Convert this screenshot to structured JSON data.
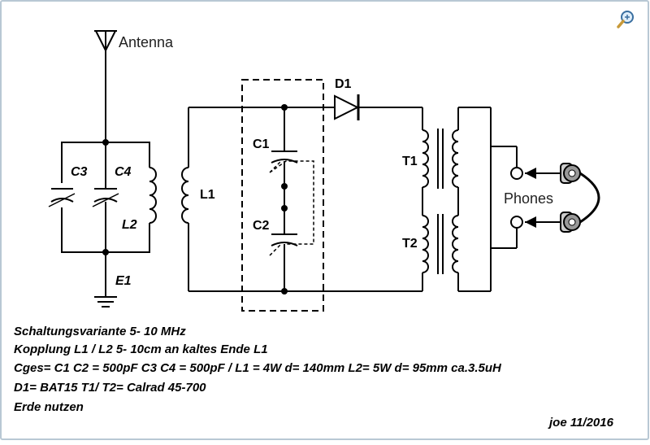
{
  "labels": {
    "antenna": "Antenna",
    "c3": "C3",
    "c4": "C4",
    "l2": "L2",
    "e1": "E1",
    "l1": "L1",
    "c1": "C1",
    "c2": "C2",
    "d1": "D1",
    "t1": "T1",
    "t2": "T2",
    "phones": "Phones"
  },
  "notes": [
    "Schaltungsvariante  5- 10 MHz",
    "Kopplung L1 / L2   5- 10cm an kaltes Ende L1",
    "Cges=  C1 C2 = 500pF C3 C4 = 500pF / L1 = 4W d= 140mm L2= 5W d= 95mm ca.3.5uH",
    "D1= BAT15  T1/ T2= Calrad 45-700",
    "Erde nutzen"
  ],
  "signature": "joe 11/2016",
  "icons": {
    "zoom": "magnifier-zoom-icon"
  },
  "colors": {
    "frame": "#b8c8d4",
    "wire": "#000000",
    "zoom_handle": "#c89a3a"
  }
}
